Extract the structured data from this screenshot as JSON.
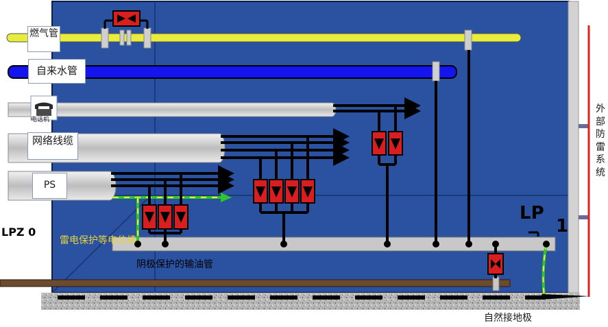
{
  "labels": {
    "gas_pipe": "燃气管",
    "water_pipe": "自来水管",
    "telephone": "电话机",
    "network_cable": "网络线缆",
    "ps": "PS",
    "lpz0": "LPZ 0",
    "lp": "LP",
    "lp_number": "1",
    "bonding_bar": "雷电保护等电位棒",
    "oil_pipe": "阴极保护的输油管",
    "external_lps": "外部防雷系统",
    "earth_electrode": "自然接地极"
  },
  "colors": {
    "zone_fill": "#2a52a0",
    "gas_pipe": "#e8ec3c",
    "water_pipe": "#1414ee",
    "cable": "#cfcfcf",
    "bonding_bar": "#c8c8c8",
    "oil_pipe": "#6b4a2e",
    "spd_red": "#d81e1e",
    "external_lps": "#dd2222",
    "ground_green": "#2fc52f"
  },
  "icons": [
    "isolating-spark-gap-icon",
    "surge-protector-icon",
    "telephone-icon",
    "arrow-right-icon"
  ]
}
